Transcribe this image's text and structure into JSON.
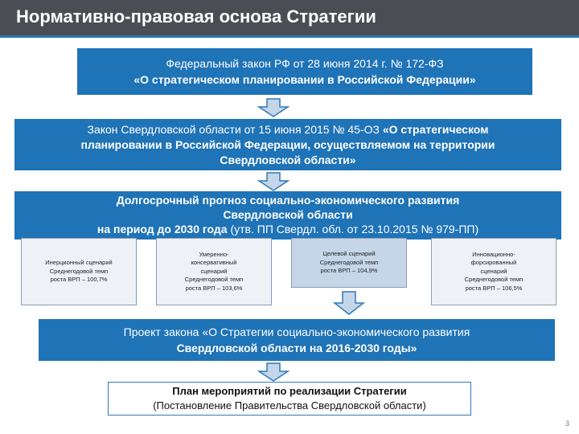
{
  "header": {
    "title": "Нормативно-правовая основа Стратегии"
  },
  "federal_law": {
    "line1": "Федеральный закон РФ от 28 июня 2014 г. № 172-ФЗ",
    "line2": "«О стратегическом планировании в Российской Федерации»"
  },
  "regional_law": {
    "line1_plain": "Закон Свердловской области от 15 июня 2015 № 45-ОЗ ",
    "line1_bold": "«О стратегическом",
    "line2": "планировании в Российской Федерации, осуществляемом на территории",
    "line3": "Свердловской области»"
  },
  "forecast": {
    "line1": "Долгосрочный прогноз социально-экономического развития",
    "line2": "Свердловской области",
    "line3_bold": "на период до 2030 года",
    "line3_plain": " (утв. ПП Свердл. обл. от 23.10.2015 № 979-ПП)"
  },
  "scenarios": [
    {
      "lines": [
        "Инерционный сценарий",
        "Среднегодовой темп",
        "роста ВРП – 100,7%"
      ]
    },
    {
      "lines": [
        "Умеренно-",
        "консервативный",
        "сценарий",
        "Среднегодовой темп",
        "роста ВРП – 103,6%"
      ]
    },
    {
      "lines": [
        "Целевой сценарий",
        "Среднегодовой темп",
        "роста ВРП – 104,9%"
      ]
    },
    {
      "lines": [
        "Инновационно-",
        "форсированный",
        "сценарий",
        "Среднегодовой темп",
        "роста ВРП – 106,5%"
      ]
    }
  ],
  "strategy_draft": {
    "line1": "Проект закона «О Стратегии социально-экономического развития",
    "line2": "Свердловской области на 2016-2030 годы»"
  },
  "action_plan": {
    "line1": "План мероприятий по реализации Стратегии",
    "line2": "(Постановление Правительства Свердловской области)"
  },
  "page_number": "3",
  "colors": {
    "header_bg": "#4a4e54",
    "accent_blue": "#1f73b7",
    "scenario_target": "#c5d6e8",
    "arrow_fill": "#c5d6e8"
  }
}
